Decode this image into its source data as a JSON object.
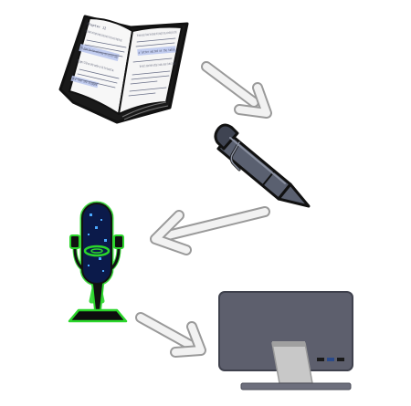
{
  "book": {
    "left_page": {
      "heading": "Chapter 12",
      "paragraph_1": "Jolene continued to write through the evening, letting the words of the story carry her through the night.",
      "highlight_1": "she hoped the rain would keep the visitors away",
      "paragraph_2": "The pages filled one after another as the fire burned low.",
      "highlight_2": "and then she stopped"
    },
    "right_page": {
      "paragraph_1": "The house was quiet. Outside, the wind moved softly through the trees, and nothing else stirred.",
      "highlight_1": "a letter waited on the table",
      "paragraph_2": "She read it twice before setting it aside, unsure of what it meant."
    }
  },
  "colors": {
    "book_outline": "#111111",
    "book_page": "#f7f7f7",
    "book_text": "#4a4f66",
    "book_highlight": "#b8c6ee",
    "arrow_fill": "#f2f2f2",
    "arrow_stroke": "#9a9a9a",
    "pen_body": "#5a6070",
    "pen_outline": "#111111",
    "mic_glow": "#2bd62b",
    "mic_grille": "#0b1a4a",
    "mic_base": "#0d0d0d",
    "monitor_body": "#5d5f6d",
    "monitor_stand": "#c8c8c8"
  },
  "icons": {
    "book": "open-book-icon",
    "pen": "pen-icon",
    "microphone": "microphone-icon",
    "monitor": "monitor-icon",
    "arrow": "arrow-icon"
  }
}
